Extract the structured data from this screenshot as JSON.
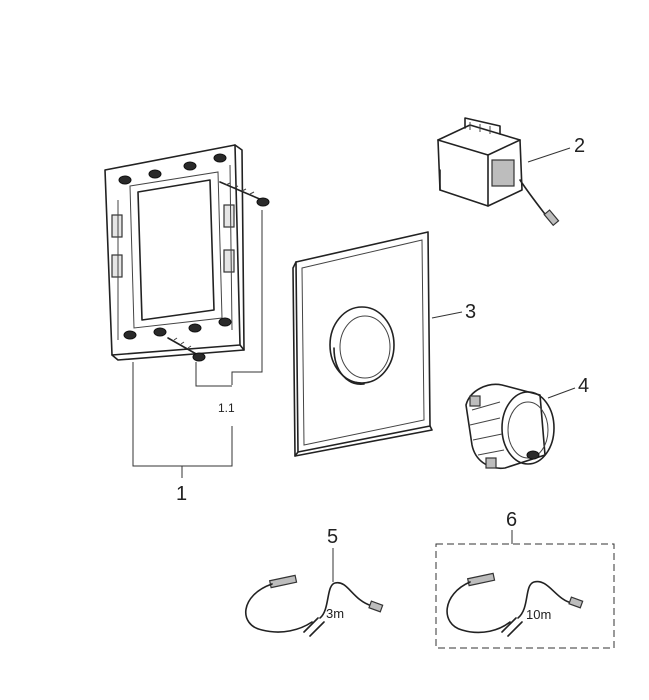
{
  "callouts": {
    "part_1": "1",
    "part_1_1": "1.1",
    "part_2": "2",
    "part_3": "3",
    "part_4": "4",
    "part_5": "5",
    "part_6": "6"
  },
  "cable_lengths": {
    "part_5": "3m",
    "part_6": "10m"
  },
  "icons": {
    "mounting_frame": "mounting-frame-icon",
    "screw": "screw-icon",
    "power_supply": "power-supply-icon",
    "cover_plate": "cover-plate-icon",
    "sensor": "infrared-sensor-icon",
    "cable": "cable-icon"
  },
  "colors": {
    "line": "#222222",
    "background": "#ffffff"
  }
}
